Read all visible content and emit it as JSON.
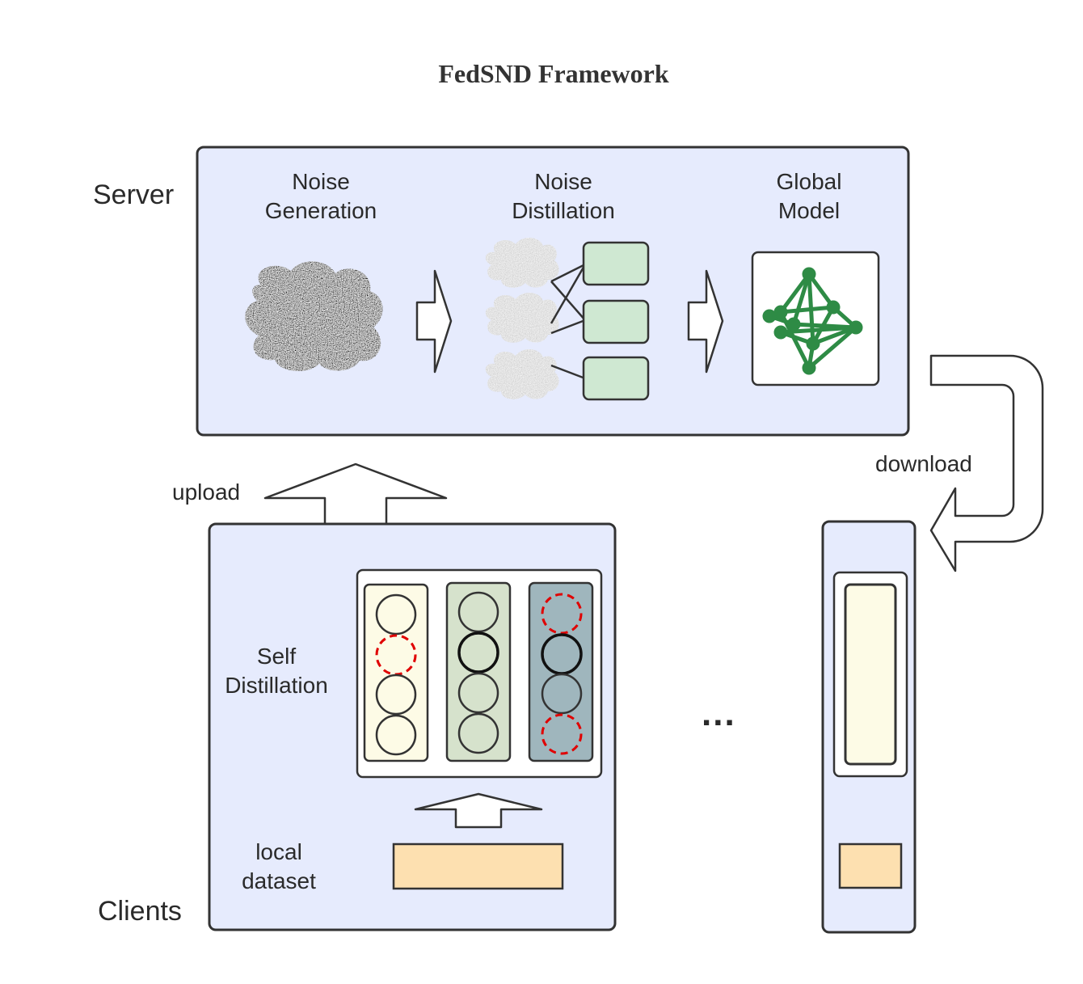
{
  "title": "FedSND Framework",
  "server": {
    "label": "Server",
    "stages": [
      {
        "line1": "Noise",
        "line2": "Generation"
      },
      {
        "line1": "Noise",
        "line2": "Distillation"
      },
      {
        "line1": "Global",
        "line2": "Model"
      }
    ]
  },
  "clients": {
    "label": "Clients",
    "self_distillation": {
      "line1": "Self",
      "line2": "Distillation"
    },
    "local_dataset": {
      "line1": "local",
      "line2": "dataset"
    },
    "ellipsis": "..."
  },
  "arrows": {
    "upload": "upload",
    "download": "download"
  },
  "colors": {
    "panel_fill": "#e6ebfd",
    "panel_stroke": "#333333",
    "teacher_fill": "#cfe8d2",
    "column_1_fill": "#fdfbe6",
    "column_2_fill": "#d6e2cc",
    "column_3_fill": "#9fb6bd",
    "dataset_fill": "#fde0b0",
    "dropped_neuron": "#e00000",
    "global_model_green": "#2e8b45"
  }
}
